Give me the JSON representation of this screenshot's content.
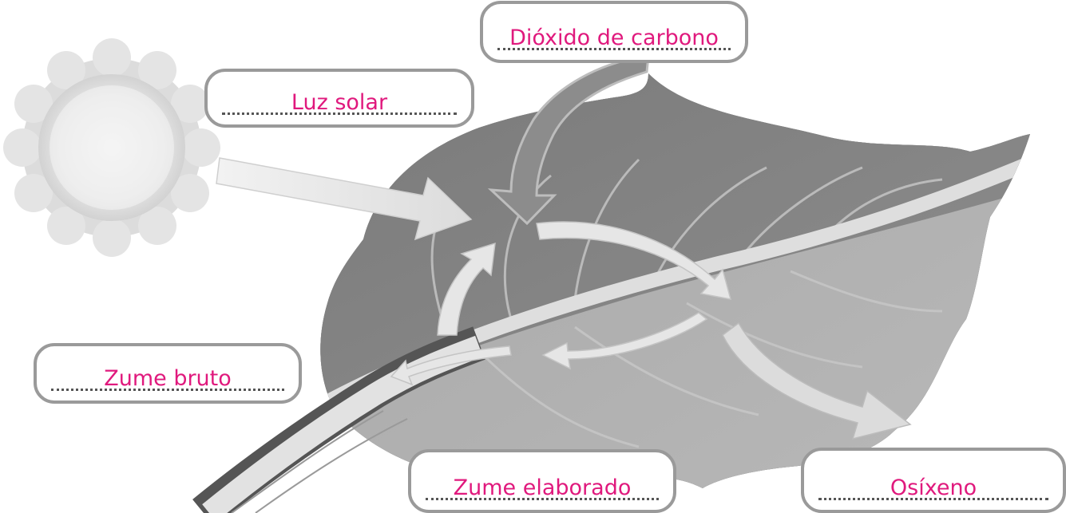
{
  "labels": {
    "carbon_dioxide": "Dióxido de carbono",
    "sunlight": "Luz solar",
    "raw_sap": "Zume bruto",
    "processed_sap": "Zume elaborado",
    "oxygen": "Osíxeno"
  },
  "colors": {
    "label_text": "#e0197d",
    "box_border": "#9a9a9a"
  }
}
